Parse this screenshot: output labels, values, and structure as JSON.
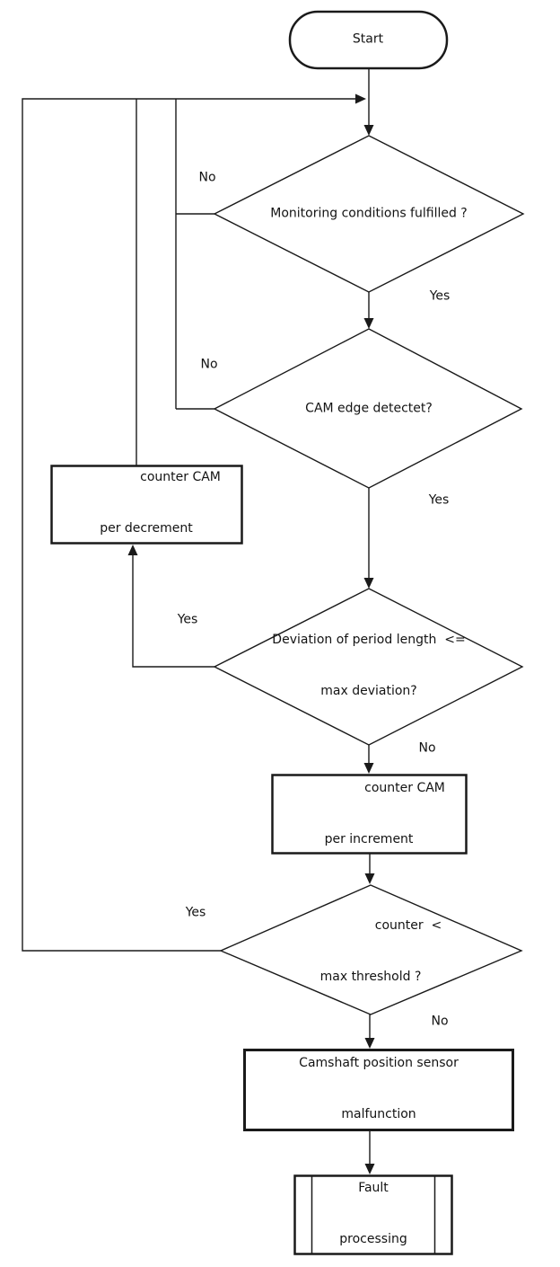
{
  "colors": {
    "background": "#ffffff",
    "line": "#1a1a1a",
    "text": "#131313"
  },
  "nodes": {
    "start": {
      "type": "terminator",
      "label": "Start"
    },
    "monitoring": {
      "type": "decision",
      "label": "Monitoring conditions fulfilled ?"
    },
    "cam_edge": {
      "type": "decision",
      "label": "CAM edge detectet?"
    },
    "decrement": {
      "type": "process",
      "line1": "counter CAM",
      "line2": "per decrement"
    },
    "deviation": {
      "type": "decision",
      "line1": "Deviation of period length  <=",
      "line2": "max deviation?"
    },
    "increment": {
      "type": "process",
      "line1": "counter CAM",
      "line2": "per increment"
    },
    "threshold": {
      "type": "decision",
      "line1": "counter  <",
      "line2": "max threshold ?"
    },
    "malfunction": {
      "type": "process",
      "line1": "Camshaft position sensor",
      "line2": "malfunction"
    },
    "fault": {
      "type": "predefined-process",
      "line1": "Fault",
      "line2": "processing"
    }
  },
  "edge_labels": {
    "monitoring_no": "No",
    "monitoring_yes": "Yes",
    "cam_edge_no": "No",
    "cam_edge_yes": "Yes",
    "deviation_yes": "Yes",
    "deviation_no": "No",
    "threshold_yes": "Yes",
    "threshold_no": "No"
  }
}
